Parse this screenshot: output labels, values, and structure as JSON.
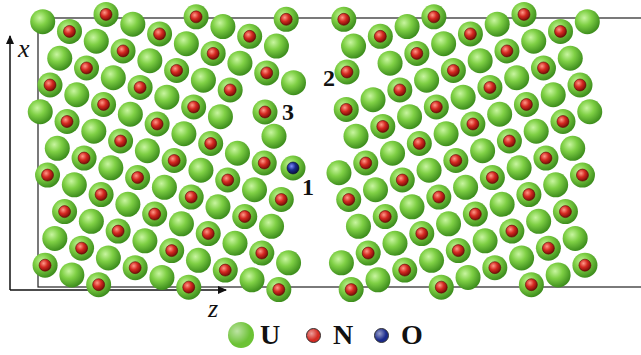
{
  "diagram": {
    "labels": [
      "x",
      "z",
      "1",
      "2",
      "3"
    ],
    "legend": [
      {
        "text": "U",
        "color": "#6cc235"
      },
      {
        "text": "N",
        "color": "#d42a22"
      },
      {
        "text": "O",
        "color": "#1a2a8c"
      }
    ]
  }
}
